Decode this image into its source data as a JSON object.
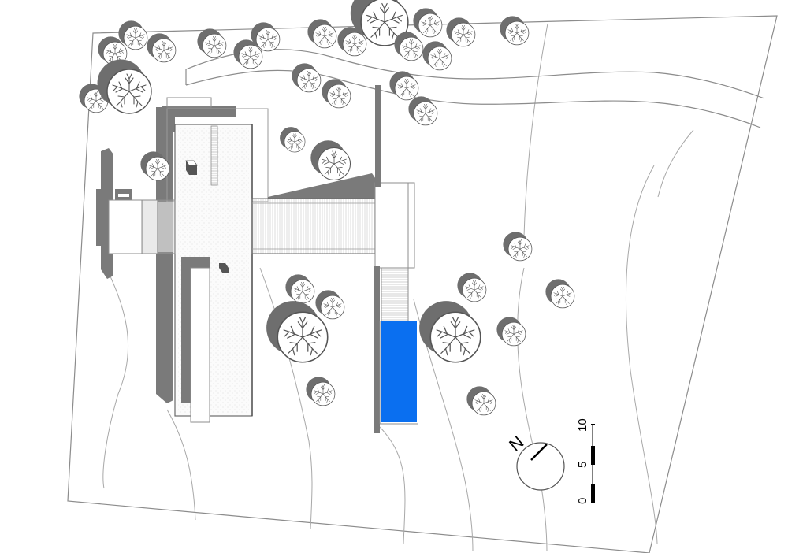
{
  "north_arrow": {
    "label": "N"
  },
  "scale_bar": {
    "ticks": [
      "10",
      "5",
      "0"
    ]
  },
  "colors": {
    "pool": "#0a6ff0",
    "wall": "#7a7a7a",
    "tree_shadow": "#6e6e6e",
    "line": "#9a9a9a"
  }
}
